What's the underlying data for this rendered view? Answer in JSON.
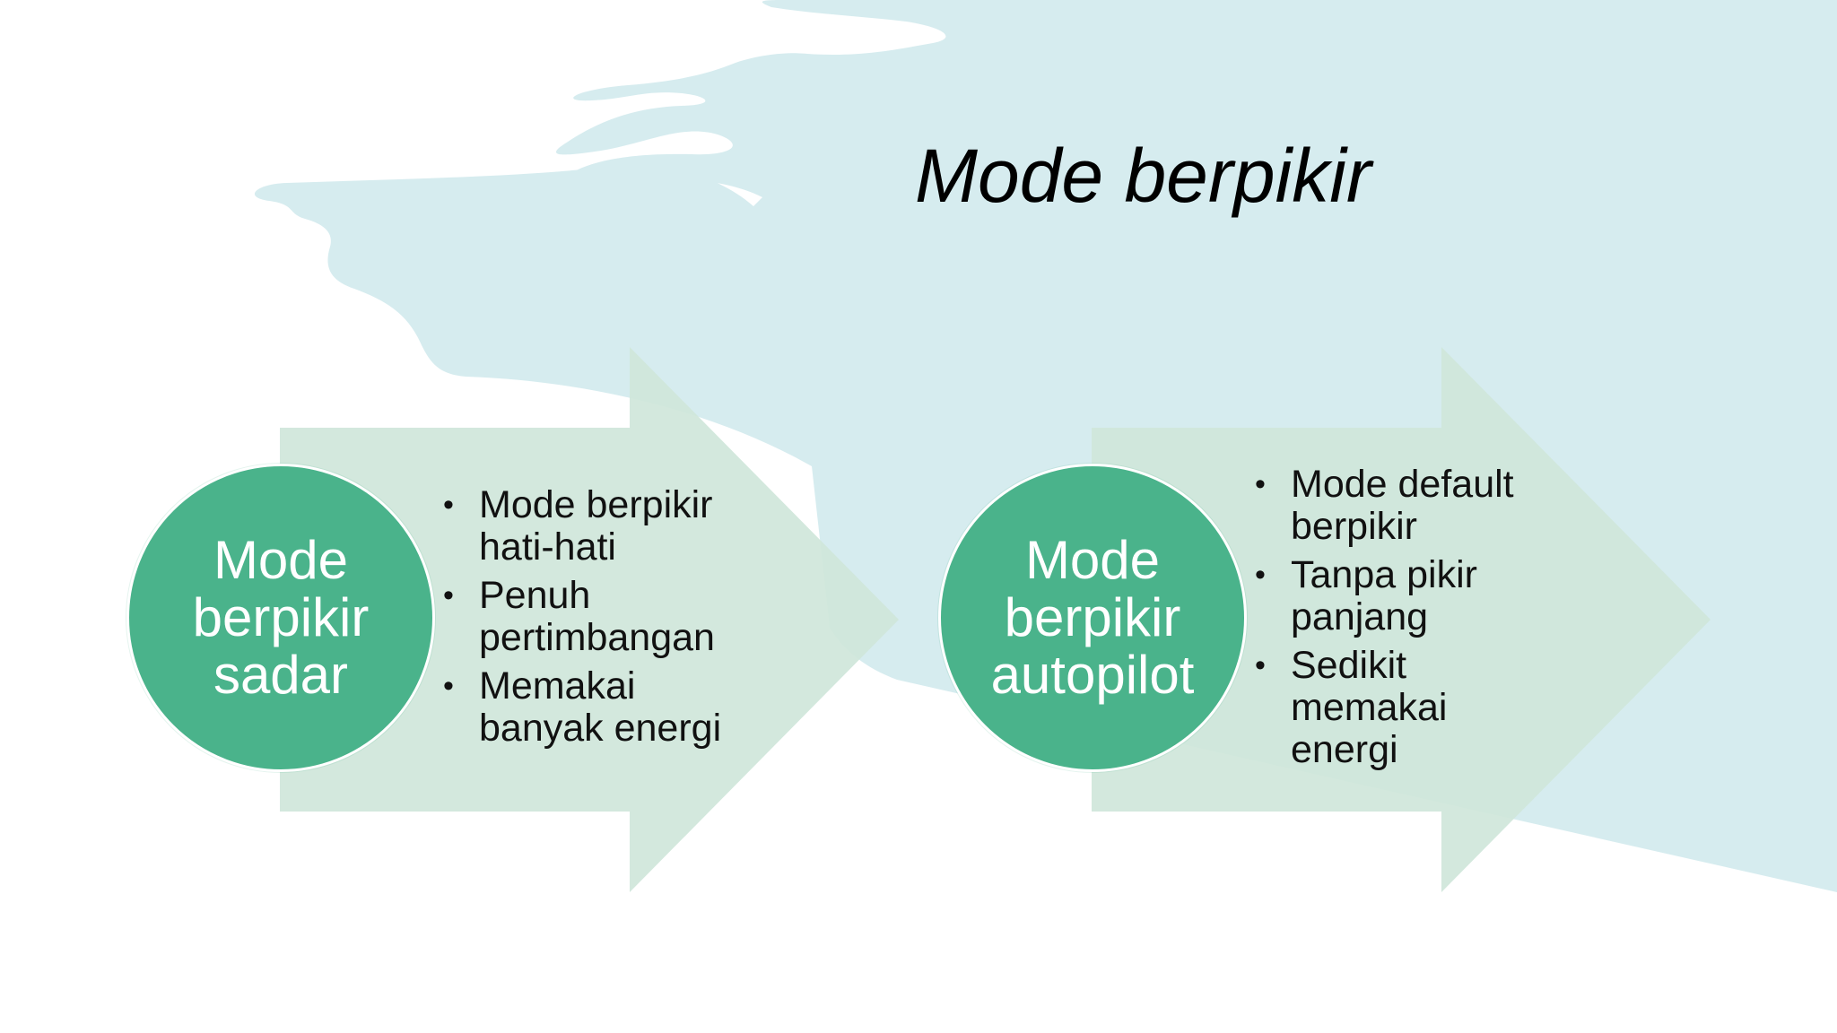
{
  "slide": {
    "title": "Mode berpikir"
  },
  "colors": {
    "background": "#ffffff",
    "splash": "#d6ecef",
    "arrow": "#cfe6da",
    "circle": "#4ab38b",
    "circle_text": "#ffffff",
    "text": "#111111"
  },
  "modes": [
    {
      "label": "Mode\nberpikir\nsadar",
      "points": [
        "Mode berpikir\nhati-hati",
        "Penuh\npertimbangan",
        "Memakai\nbanyak energi"
      ]
    },
    {
      "label": "Mode\nberpikir\nautopilot",
      "points": [
        "Mode default\nberpikir",
        "Tanpa pikir\npanjang",
        "Sedikit\nmemakai\nenergi"
      ]
    }
  ]
}
